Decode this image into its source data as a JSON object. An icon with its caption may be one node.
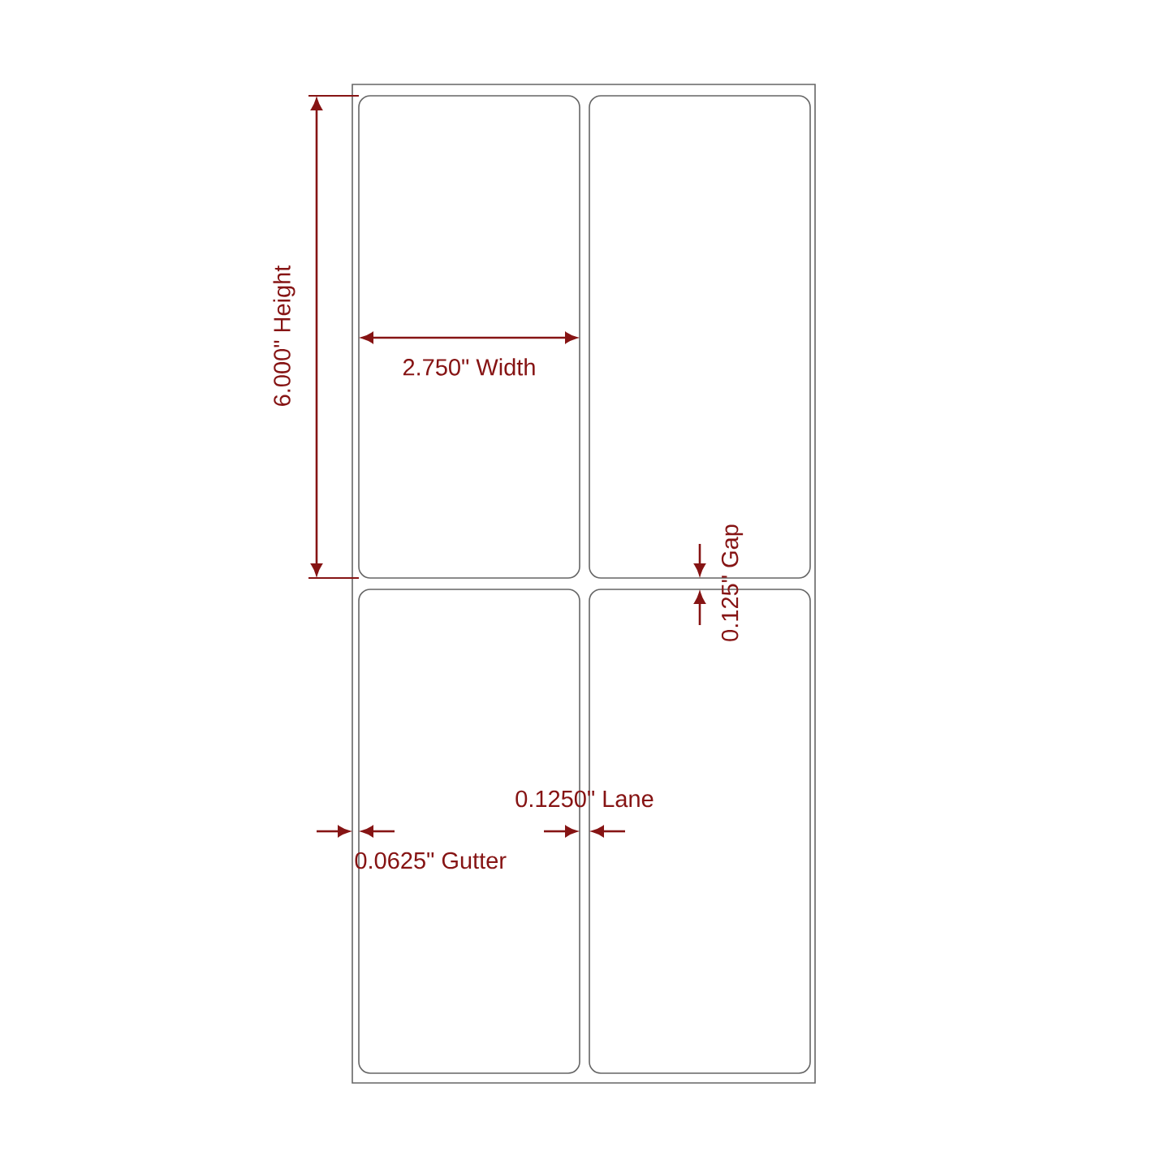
{
  "diagram": {
    "nodes": [
      {
        "text": [],
        "shape": "box"
      },
      {
        "text": [],
        "shape": "box",
        "in": 0
      },
      {
        "text": [],
        "shape": "box",
        "in": 0
      },
      {
        "text": [],
        "shape": "box",
        "in": 0
      },
      {
        "text": [],
        "shape": "box",
        "in": 0
      }
    ],
    "labels": [
      "6.000\" Height",
      "2.750\" Width",
      "0.125\" Gap",
      "0.1250\" Lane",
      "0.0625\" Gutter"
    ]
  }
}
